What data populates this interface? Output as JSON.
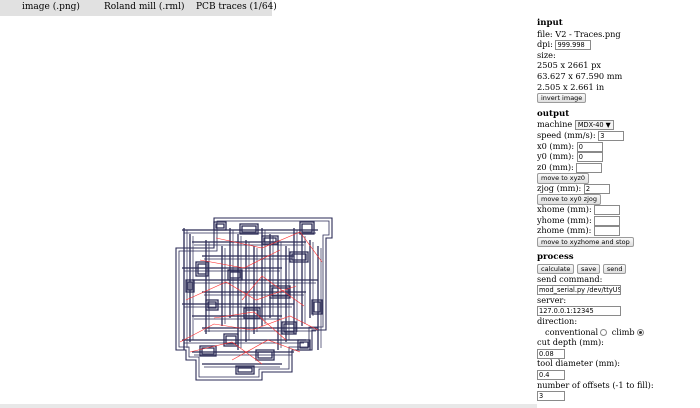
{
  "topbar": {
    "tabs": [
      "image (.png)",
      "Roland mill (.rml)",
      "PCB traces (1/64)"
    ]
  },
  "input": {
    "title": "input",
    "file": "file: V2 - Traces.png",
    "dpi_label": "dpi:",
    "dpi_value": "999.998",
    "size_label": "size:",
    "size_px": "2505 x 2661 px",
    "size_mm": "63.627 x 67.590 mm",
    "size_in": "2.505 x 2.661 in",
    "invert_btn": "invert image"
  },
  "output": {
    "title": "output",
    "machine_label": "machine",
    "machine_value": "MDX-40 ▼",
    "speed_label": "speed (mm/s):",
    "speed_value": "3",
    "x0_label": "x0 (mm):",
    "x0_value": "0",
    "y0_label": "y0 (mm):",
    "y0_value": "0",
    "z0_label": "z0 (mm):",
    "z0_value": "",
    "move_xyz0_btn": "move to xyz0",
    "zjog_label": "zjog (mm):",
    "zjog_value": "2",
    "move_xy0zjog_btn": "move to xy0 zjog",
    "xhome_label": "xhome (mm):",
    "xhome_value": "",
    "yhome_label": "yhome (mm):",
    "yhome_value": "",
    "zhome_label": "zhome (mm):",
    "zhome_value": "",
    "move_home_btn": "move to xyzhome and stop"
  },
  "process": {
    "title": "process",
    "calculate_btn": "calculate",
    "save_btn": "save",
    "send_btn": "send",
    "send_command_label": "send command:",
    "send_command_value": "mod_serial.py /dev/ttyUSB",
    "server_label": "server:",
    "server_value": "127.0.0.1:12345",
    "direction_label": "direction:",
    "conventional_label": "conventional",
    "climb_label": "climb",
    "cut_depth_label": "cut depth (mm):",
    "cut_depth_value": "0.08",
    "tool_diameter_label": "tool diameter (mm):",
    "tool_diameter_value": "0.4",
    "offsets_label": "number of offsets (-1 to fill):",
    "offsets_value": "3"
  },
  "colors": {
    "toolpath": "#2a2a55",
    "move": "#ff2d2d"
  }
}
